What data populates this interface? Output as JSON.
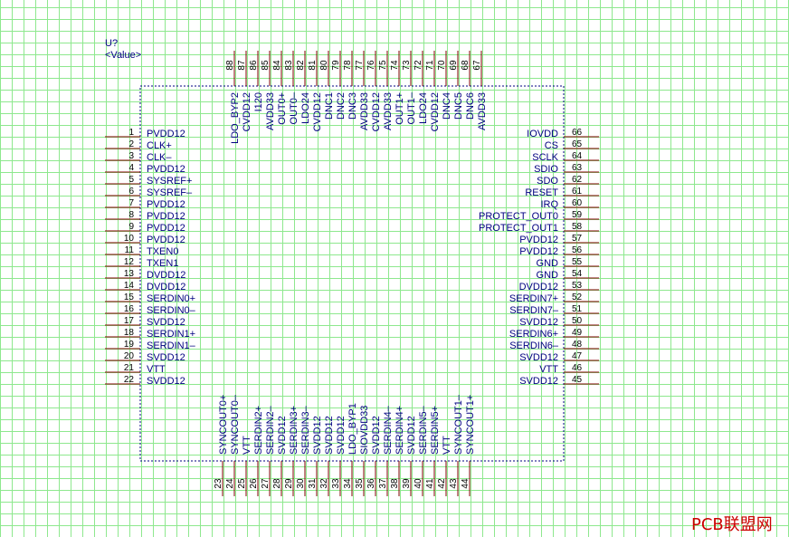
{
  "component": {
    "ref": "U?",
    "value": "<Value>"
  },
  "pins": {
    "left": [
      {
        "num": "1",
        "name": "PVDD12"
      },
      {
        "num": "2",
        "name": "CLK+"
      },
      {
        "num": "3",
        "name": "CLK–"
      },
      {
        "num": "4",
        "name": "PVDD12"
      },
      {
        "num": "5",
        "name": "SYSREF+"
      },
      {
        "num": "6",
        "name": "SYSREF–"
      },
      {
        "num": "7",
        "name": "PVDD12"
      },
      {
        "num": "8",
        "name": "PVDD12"
      },
      {
        "num": "9",
        "name": "PVDD12"
      },
      {
        "num": "10",
        "name": "PVDD12"
      },
      {
        "num": "11",
        "name": "TXEN0"
      },
      {
        "num": "12",
        "name": "TXEN1"
      },
      {
        "num": "13",
        "name": "DVDD12"
      },
      {
        "num": "14",
        "name": "DVDD12"
      },
      {
        "num": "15",
        "name": "SERDIN0+"
      },
      {
        "num": "16",
        "name": "SERDIN0–"
      },
      {
        "num": "17",
        "name": "SVDD12"
      },
      {
        "num": "18",
        "name": "SERDIN1+"
      },
      {
        "num": "19",
        "name": "SERDIN1–"
      },
      {
        "num": "20",
        "name": "SVDD12"
      },
      {
        "num": "21",
        "name": "VTT"
      },
      {
        "num": "22",
        "name": "SVDD12"
      }
    ],
    "right": [
      {
        "num": "66",
        "name": "IOVDD"
      },
      {
        "num": "65",
        "name": "CS"
      },
      {
        "num": "64",
        "name": "SCLK"
      },
      {
        "num": "63",
        "name": "SDIO"
      },
      {
        "num": "62",
        "name": "SDO"
      },
      {
        "num": "61",
        "name": "RESET"
      },
      {
        "num": "60",
        "name": "IRQ"
      },
      {
        "num": "59",
        "name": "PROTECT_OUT0"
      },
      {
        "num": "58",
        "name": "PROTECT_OUT1"
      },
      {
        "num": "57",
        "name": "PVDD12"
      },
      {
        "num": "56",
        "name": "PVDD12"
      },
      {
        "num": "55",
        "name": "GND"
      },
      {
        "num": "54",
        "name": "GND"
      },
      {
        "num": "53",
        "name": "DVDD12"
      },
      {
        "num": "52",
        "name": "SERDIN7+"
      },
      {
        "num": "51",
        "name": "SERDIN7–"
      },
      {
        "num": "50",
        "name": "SVDD12"
      },
      {
        "num": "49",
        "name": "SERDIN6+"
      },
      {
        "num": "48",
        "name": "SERDIN6–"
      },
      {
        "num": "47",
        "name": "SVDD12"
      },
      {
        "num": "46",
        "name": "VTT"
      },
      {
        "num": "45",
        "name": "SVDD12"
      }
    ],
    "top": [
      {
        "num": "88",
        "name": "LDO_BYP2"
      },
      {
        "num": "87",
        "name": "CVDD12"
      },
      {
        "num": "86",
        "name": "I120"
      },
      {
        "num": "85",
        "name": "AVDD33"
      },
      {
        "num": "84",
        "name": "OUT0+"
      },
      {
        "num": "83",
        "name": "OUT0–"
      },
      {
        "num": "82",
        "name": "LDO24"
      },
      {
        "num": "81",
        "name": "CVDD12"
      },
      {
        "num": "80",
        "name": "DNC1"
      },
      {
        "num": "79",
        "name": "DNC2"
      },
      {
        "num": "78",
        "name": "DNC3"
      },
      {
        "num": "77",
        "name": "AVDD33"
      },
      {
        "num": "76",
        "name": "CVDD12"
      },
      {
        "num": "75",
        "name": "AVDD33"
      },
      {
        "num": "74",
        "name": "OUT1+"
      },
      {
        "num": "73",
        "name": "OUT1–"
      },
      {
        "num": "72",
        "name": "LDO24"
      },
      {
        "num": "71",
        "name": "CVDD12"
      },
      {
        "num": "70",
        "name": "DNC4"
      },
      {
        "num": "69",
        "name": "DNC5"
      },
      {
        "num": "68",
        "name": "DNC6"
      },
      {
        "num": "67",
        "name": "AVDD33"
      }
    ],
    "bottom": [
      {
        "num": "23",
        "name": "SYNCOUT0+"
      },
      {
        "num": "24",
        "name": "SYNCOUT0–"
      },
      {
        "num": "25",
        "name": "VTT"
      },
      {
        "num": "26",
        "name": "SERDIN2+"
      },
      {
        "num": "27",
        "name": "SERDIN2–"
      },
      {
        "num": "28",
        "name": "SVDD12"
      },
      {
        "num": "29",
        "name": "SERDIN3+"
      },
      {
        "num": "30",
        "name": "SERDIN3–"
      },
      {
        "num": "31",
        "name": "SVDD12"
      },
      {
        "num": "32",
        "name": "SVDD12"
      },
      {
        "num": "33",
        "name": "SVDD12"
      },
      {
        "num": "34",
        "name": "LDO_BYP1"
      },
      {
        "num": "35",
        "name": "SIOVDD33"
      },
      {
        "num": "36",
        "name": "SVDD12"
      },
      {
        "num": "37",
        "name": "SERDIN4–"
      },
      {
        "num": "38",
        "name": "SERDIN4+"
      },
      {
        "num": "39",
        "name": "SVDD12"
      },
      {
        "num": "40",
        "name": "SERDIN5–"
      },
      {
        "num": "41",
        "name": "SERDIN5+"
      },
      {
        "num": "42",
        "name": "VTT"
      },
      {
        "num": "43",
        "name": "SYNCOUT1–"
      },
      {
        "num": "44",
        "name": "SYNCOUT1+"
      }
    ]
  },
  "watermark": "PCB联盟网",
  "colors": {
    "grid": "#8ee88e",
    "body_outline": "#000080",
    "pin_line": "#800000",
    "pin_name": "#000080",
    "pin_number": "#000000",
    "watermark": "#cc0000"
  }
}
